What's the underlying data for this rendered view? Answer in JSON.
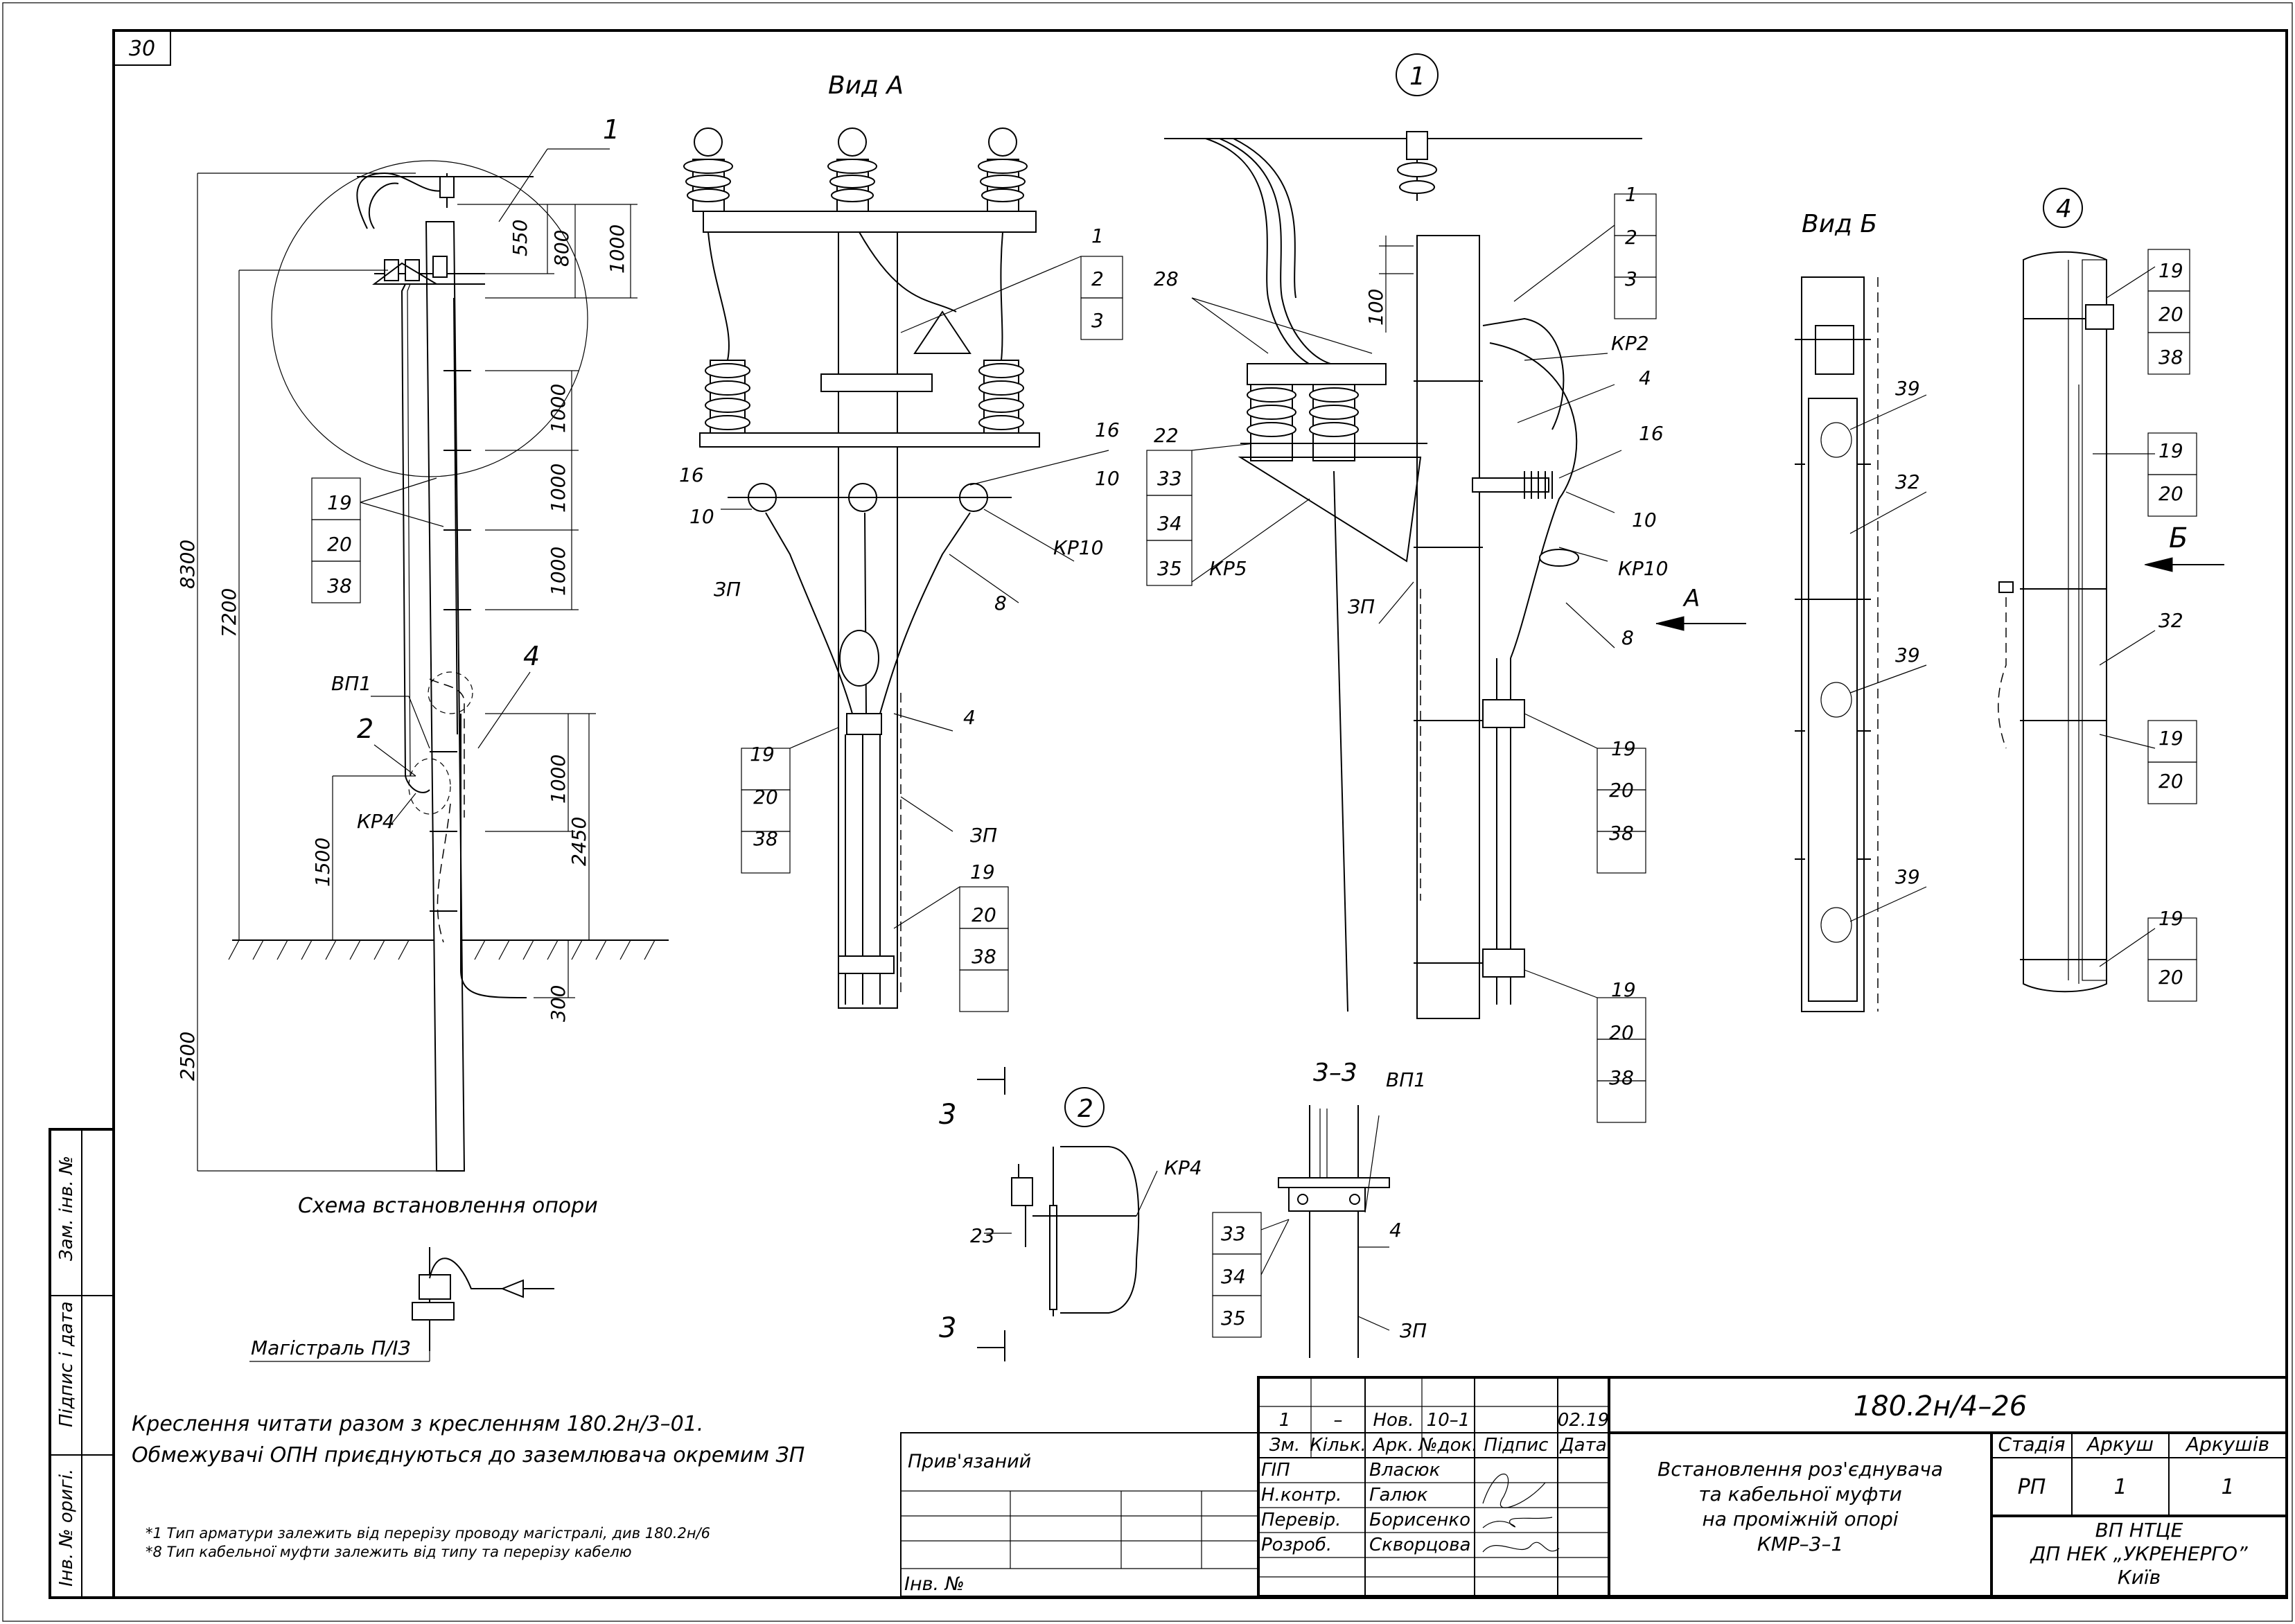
{
  "sheet_corner": "30",
  "views": {
    "schema_caption": "Схема встановлення опори",
    "magistral_label": "Магістраль П/ІЗ",
    "vid_a": "Вид А",
    "vid_b": "Вид Б",
    "section_33": "3–3",
    "callout_1": "1",
    "callout_2": "2",
    "callout_4": "4",
    "section_mark": "3",
    "arrow_a": "А",
    "arrow_b": "Б"
  },
  "dimensions": {
    "d8300": "8300",
    "d7200": "7200",
    "d2500": "2500",
    "d1500": "1500",
    "d2450": "2450",
    "d300": "300",
    "d550": "550",
    "d800": "800",
    "d1000": "1000",
    "d100": "100"
  },
  "labels": {
    "n1": "1",
    "n2": "2",
    "n3": "3",
    "n4": "4",
    "n8": "8",
    "n10": "10",
    "n16": "16",
    "n19": "19",
    "n20": "20",
    "n22": "22",
    "n23": "23",
    "n28": "28",
    "n32": "32",
    "n33": "33",
    "n34": "34",
    "n35": "35",
    "n38": "38",
    "n39": "39",
    "vp1": "ВП1",
    "kr4": "КР4",
    "kr2": "КР2",
    "kr5": "КР5",
    "kr10": "КР10",
    "zp": "ЗП"
  },
  "notes": {
    "line1": "Креслення читати разом з кресленням 180.2н/3–01.",
    "line2": "Обмежувачі ОПН приєднуються до заземлювача окремим ЗП",
    "fn1": "*1 Тип арматури залежить від перерізу проводу магістралі, див 180.2н/6",
    "fn2": "*8 Тип кабельної муфти залежить від типу та перерізу кабелю"
  },
  "side_stamp": {
    "zam": "Зам. інв. №",
    "pidpys": "Підпис і дата",
    "inv": "Інв. № оригі."
  },
  "title_block": {
    "privyazany": "Прив'язаний",
    "inv_no": "Інв. №",
    "rev_no": "1",
    "rev_dash": "–",
    "rev_type": "Нов.",
    "rev_doc": "10–1",
    "rev_date": "02.19",
    "h_zm": "Зм.",
    "h_kilk": "Кільк.",
    "h_ark": "Арк.",
    "h_ndok": "№док.",
    "h_pidpys": "Підпис",
    "h_data": "Дата",
    "roles": [
      "ГІП",
      "Н.контр.",
      "Перевір.",
      "Розроб."
    ],
    "names": [
      "Власюк",
      "Галюк",
      "Борисенко",
      "Скворцова"
    ],
    "code": "180.2н/4–26",
    "title1": "Встановлення роз'єднувача",
    "title2": "та кабельної муфти",
    "title3": "на проміжній опорі",
    "title4": "КМР–3–1",
    "stadia_h": "Стадія",
    "arkush_h": "Аркуш",
    "arkushiv_h": "Аркушів",
    "stadia": "РП",
    "arkush": "1",
    "arkushiv": "1",
    "org1": "ВП НТЦЕ",
    "org2": "ДП НЕК „УКРЕНЕРГО”",
    "org3": "Київ"
  }
}
